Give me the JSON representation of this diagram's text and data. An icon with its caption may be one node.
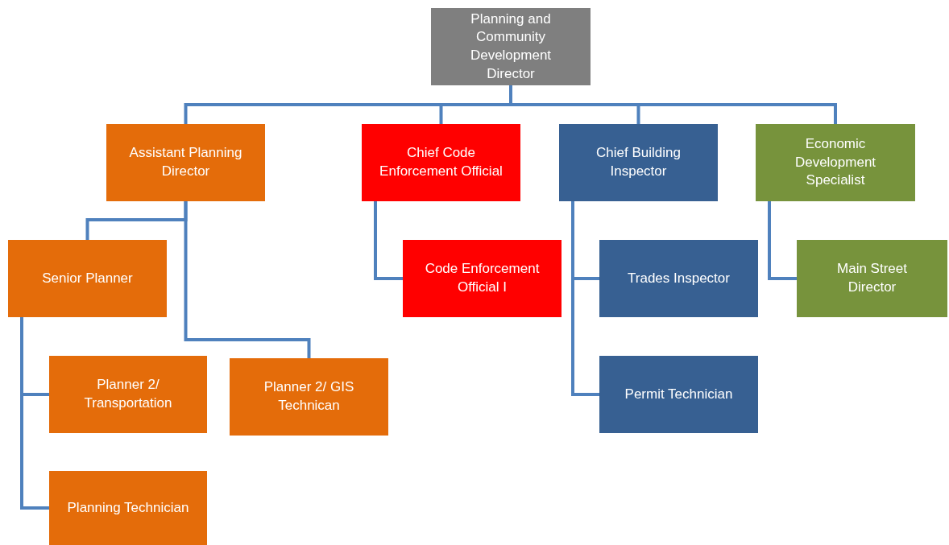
{
  "diagram": {
    "nodes": [
      {
        "text": [
          "Planning and Community Development Director"
        ]
      },
      {
        "text": [
          "Assistant Planning Director"
        ]
      },
      {
        "text": [
          "Chief Code Enforcement Official"
        ]
      },
      {
        "text": [
          "Chief Building Inspector"
        ]
      },
      {
        "text": [
          "Economic Development Specialist"
        ]
      },
      {
        "text": [
          "Senior Planner"
        ]
      },
      {
        "text": [
          "Planner 2/ Transportation"
        ]
      },
      {
        "text": [
          "Planner 2/ GIS Technican"
        ]
      },
      {
        "text": [
          "Planning Technician"
        ]
      },
      {
        "text": [
          "Code Enforcement Official I"
        ]
      },
      {
        "text": [
          "Trades Inspector"
        ]
      },
      {
        "text": [
          "Permit Technician"
        ]
      },
      {
        "text": [
          "Main Street Director"
        ]
      }
    ],
    "edges": [
      {
        "from": 0,
        "to": 1,
        "arrow": "none"
      },
      {
        "from": 0,
        "to": 2,
        "arrow": "none"
      },
      {
        "from": 0,
        "to": 3,
        "arrow": "none"
      },
      {
        "from": 0,
        "to": 4,
        "arrow": "none"
      },
      {
        "from": 1,
        "to": 5,
        "arrow": "none"
      },
      {
        "from": 1,
        "to": 7,
        "arrow": "none"
      },
      {
        "from": 5,
        "to": 6,
        "arrow": "none"
      },
      {
        "from": 5,
        "to": 8,
        "arrow": "none"
      },
      {
        "from": 2,
        "to": 9,
        "arrow": "none"
      },
      {
        "from": 3,
        "to": 10,
        "arrow": "none"
      },
      {
        "from": 3,
        "to": 11,
        "arrow": "none"
      },
      {
        "from": 4,
        "to": 12,
        "arrow": "none"
      }
    ]
  }
}
